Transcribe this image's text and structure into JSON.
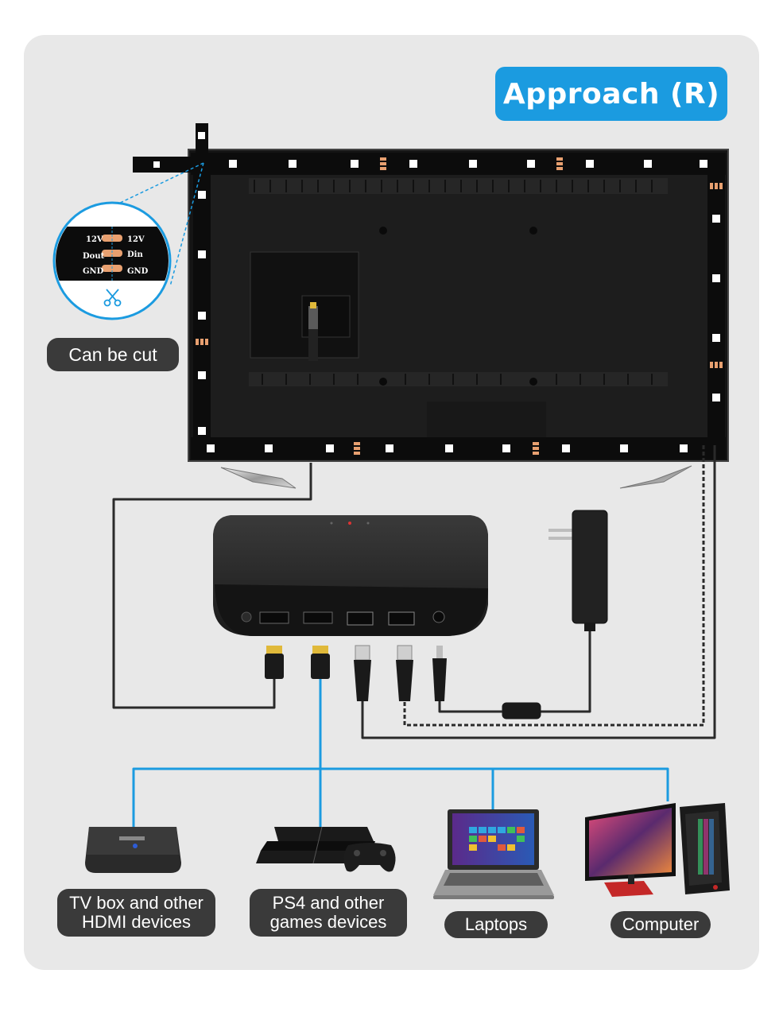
{
  "title": "Approach (R)",
  "zoom": {
    "left_labels": [
      "12V",
      "Dout",
      "GND"
    ],
    "right_labels": [
      "12V",
      "Din",
      "GND"
    ]
  },
  "cut_label": "Can be cut",
  "devices": {
    "tv_box": "TV box and other\nHDMI devices",
    "ps4": "PS4 and other\ngames devices",
    "laptops": "Laptops",
    "computer": "Computer"
  },
  "colors": {
    "accent": "#1b9be0",
    "panel": "#e8e8e8",
    "pill": "#3a3a3a",
    "cable": "#2a2a2a"
  }
}
